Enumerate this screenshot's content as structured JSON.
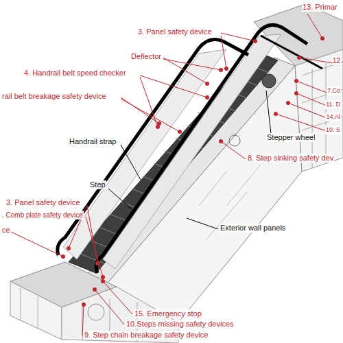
{
  "diagram": {
    "labels": [
      "13. Primar",
      "3. Panel safety device",
      "Deflector",
      "12",
      "4. Handrail belt speed checker",
      "7.Co",
      "rail belt breakage safety device",
      "11. D",
      "14.Al",
      "10. S",
      "Stepper wheel",
      "Handrail strap",
      "8. Step sinking safety dev",
      "Step",
      "3. Panel safety device",
      ". Comb plate safety device",
      "Exterior wall panels",
      "ce",
      "15. Emergency stop",
      "10.Steps missing safety devices",
      "9. Step chain breakage safety device"
    ]
  }
}
